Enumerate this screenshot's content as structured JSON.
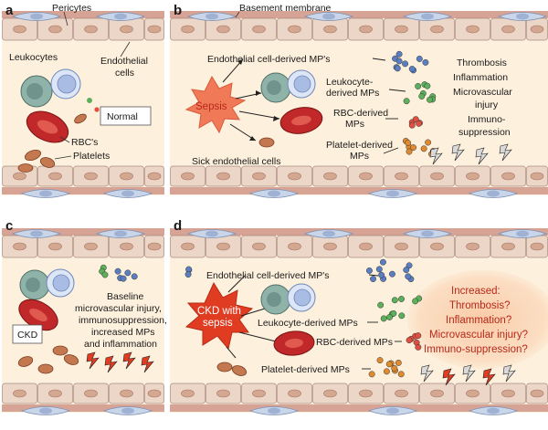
{
  "figure": {
    "panels": {
      "a": {
        "letter": "a",
        "labels": {
          "pericytes": "Pericytes",
          "leukocytes": "Leukocytes",
          "endothelial": [
            "Endothelial",
            "cells"
          ],
          "normal": "Normal",
          "rbcs": "RBC's",
          "platelets": "Platelets"
        }
      },
      "b": {
        "letter": "b",
        "labels": {
          "basement": "Basement membrane",
          "sepsis": "Sepsis",
          "endo_mps": "Endothelial cell-derived MP's",
          "leuko_mps": [
            "Leukocyte-",
            "derived MPs"
          ],
          "rbc_mps": [
            "RBC-derived",
            "MPs"
          ],
          "platelet_mps": [
            "Platelet-derived",
            "MPs"
          ],
          "sick_endo": "Sick endothelial cells",
          "outcomes": [
            "Thrombosis",
            "Inflammation",
            "Microvascular",
            "injury",
            "Immuno-",
            "suppression"
          ]
        }
      },
      "c": {
        "letter": "c",
        "labels": {
          "ckd": "CKD",
          "baseline": [
            "Baseline",
            "microvascular injury,",
            "immunosuppression,",
            "increased MPs",
            "and inflammation"
          ]
        }
      },
      "d": {
        "letter": "d",
        "labels": {
          "ckd_sepsis": [
            "CKD with",
            "sepsis"
          ],
          "endo_mps": "Endothelial cell-derived MP's",
          "leuko_mps": "Leukocyte-derived MPs",
          "rbc_mps": "RBC-derived MPs",
          "platelet_mps": "Platelet-derived MPs",
          "increased": [
            "Increased:",
            "Thrombosis?",
            "Inflammation?",
            "Microvascular injury?",
            "Immuno-suppression?"
          ]
        }
      }
    },
    "colors": {
      "lumen": "#fdf0dc",
      "wall": "#cf9a8c",
      "endothelial_cell": "#ecd6c8",
      "pericyte": "#c9d6ea",
      "rbc": "#c0282a",
      "leukocyte": "#8fb3a8",
      "leukocyte_blue": "#c6d4f0",
      "sepsis_star": "#f07a58",
      "ckd_star": "#e03c22",
      "increased_glow": "#f9c9a4",
      "mp_blue": "#5a7ec0",
      "mp_green": "#5cb05c",
      "mp_red": "#e05040",
      "mp_orange": "#e08a30"
    }
  }
}
